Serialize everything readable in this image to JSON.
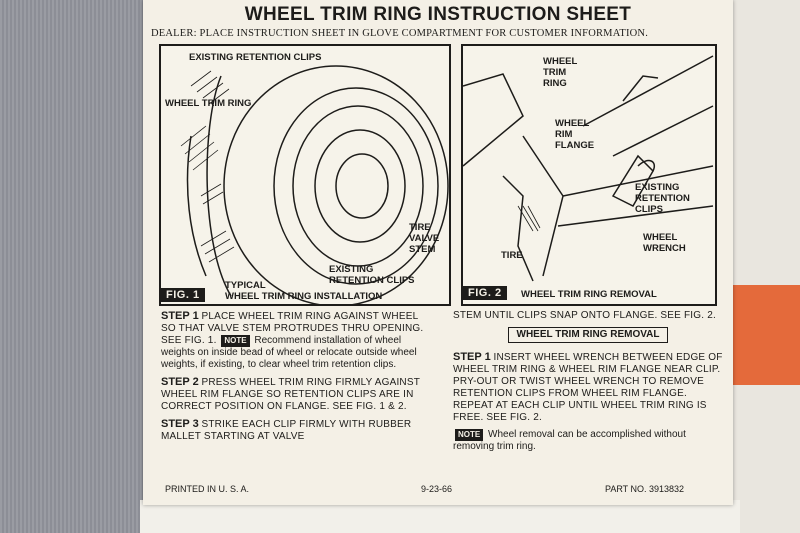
{
  "sheet": {
    "title": "WHEEL TRIM RING INSTRUCTION SHEET",
    "dealer_note": "DEALER: PLACE INSTRUCTION SHEET IN GLOVE COMPARTMENT FOR CUSTOMER INFORMATION."
  },
  "fig1": {
    "tag": "FIG. 1",
    "caption_line1": "TYPICAL",
    "caption_line2": "WHEEL TRIM RING INSTALLATION",
    "labels": {
      "existing_top": "EXISTING RETENTION CLIPS",
      "wheel_trim_ring": "WHEEL TRIM RING",
      "tire": "TIRE",
      "valve": "VALVE",
      "stem": "STEM",
      "existing_bottom_1": "EXISTING",
      "existing_bottom_2": "RETENTION CLIPS"
    }
  },
  "fig2": {
    "tag": "FIG. 2",
    "caption": "WHEEL TRIM RING REMOVAL",
    "labels": {
      "wheel": "WHEEL",
      "trim": "TRIM",
      "ring": "RING",
      "wheel2": "WHEEL",
      "rim": "RIM",
      "flange": "FLANGE",
      "existing": "EXISTING",
      "retention": "RETENTION",
      "clips": "CLIPS",
      "tire": "TIRE",
      "wheel3": "WHEEL",
      "wrench": "WRENCH"
    }
  },
  "steps": {
    "step1_label": "STEP 1",
    "step1_text": "PLACE WHEEL TRIM RING AGAINST WHEEL SO THAT VALVE STEM PROTRUDES THRU OPENING. SEE FIG. 1.",
    "note_label": "NOTE",
    "step1_note": "Recommend installation of wheel weights on inside bead of wheel or relocate outside wheel weights, if existing, to clear wheel trim retention clips.",
    "step2_label": "STEP 2",
    "step2_text": "PRESS WHEEL TRIM RING FIRMLY AGAINST WHEEL RIM FLANGE SO RETENTION CLIPS ARE IN CORRECT POSITION ON FLANGE. SEE FIG. 1 & 2.",
    "step3_label": "STEP 3",
    "step3_text": "STRIKE EACH CLIP FIRMLY WITH RUBBER MALLET STARTING AT VALVE",
    "step3_cont": "STEM UNTIL CLIPS SNAP ONTO FLANGE. SEE FIG. 2."
  },
  "removal": {
    "heading": "WHEEL TRIM RING REMOVAL",
    "step1_label": "STEP 1",
    "step1_text": "INSERT WHEEL WRENCH BETWEEN EDGE OF WHEEL TRIM RING & WHEEL RIM FLANGE NEAR CLIP. PRY-OUT OR TWIST WHEEL WRENCH TO REMOVE RETENTION CLIPS FROM WHEEL RIM FLANGE. REPEAT AT EACH CLIP UNTIL WHEEL TRIM RING IS FREE. SEE FIG. 2.",
    "note_label": "NOTE",
    "note_text": "Wheel removal can be accomplished without removing trim ring."
  },
  "footer": {
    "printed": "PRINTED IN U. S. A.",
    "date": "9-23-66",
    "part": "PART NO. 3913832"
  }
}
